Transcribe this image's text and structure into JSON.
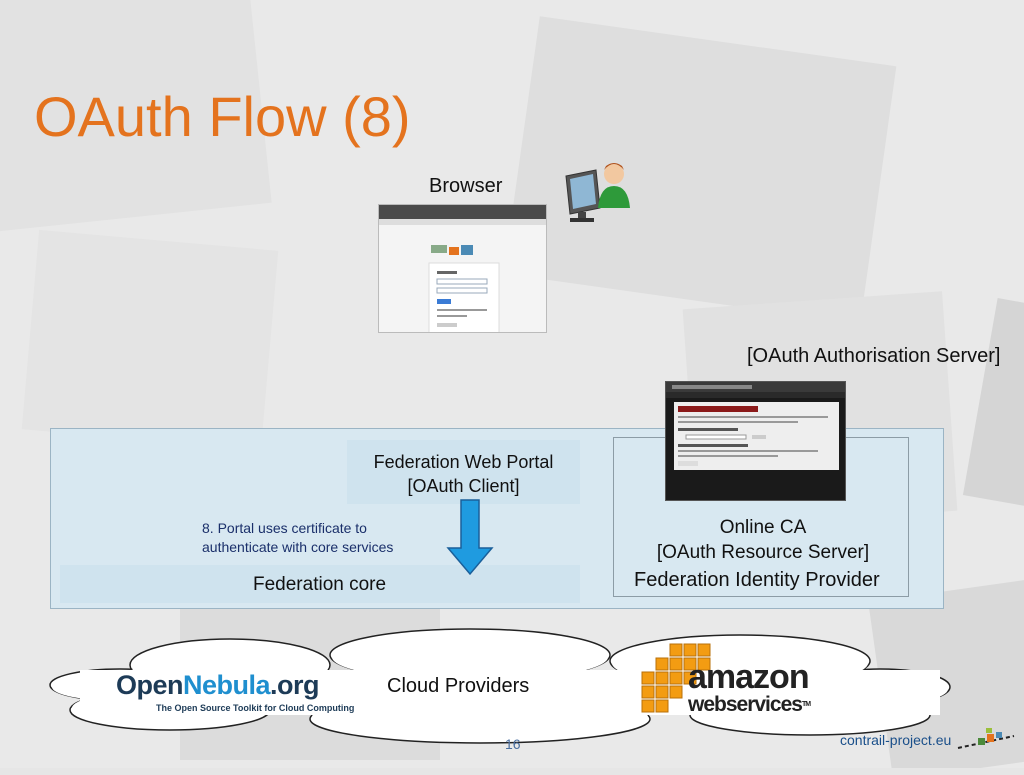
{
  "slide": {
    "title": "OAuth Flow (8)",
    "page_number": "16",
    "footer_url": "contrail-project.eu"
  },
  "browser": {
    "label": "Browser",
    "user_icon": "user-at-computer-icon"
  },
  "auth_server": {
    "label": "[OAuth Authorisation Server]"
  },
  "portal": {
    "line1": "Federation Web Portal",
    "line2": "[OAuth Client]"
  },
  "step": {
    "line1": "8. Portal uses certificate to",
    "line2": "authenticate with core services"
  },
  "core": {
    "label": "Federation core"
  },
  "resource": {
    "line1": "Online CA",
    "line2": "[OAuth Resource Server]",
    "line3": "Federation Identity Provider"
  },
  "cloud": {
    "label": "Cloud Providers"
  },
  "opennebula": {
    "name_part1": "Open",
    "name_part2": "Nebula",
    "name_part3": ".org",
    "tagline": "The Open Source Toolkit for Cloud Computing"
  },
  "aws": {
    "line1": "amazon",
    "line2": "webservices",
    "tm": "TM"
  },
  "colors": {
    "title": "#e4731e",
    "arrow": "#1f9be0",
    "federation_bg": "#d8e8f1"
  }
}
